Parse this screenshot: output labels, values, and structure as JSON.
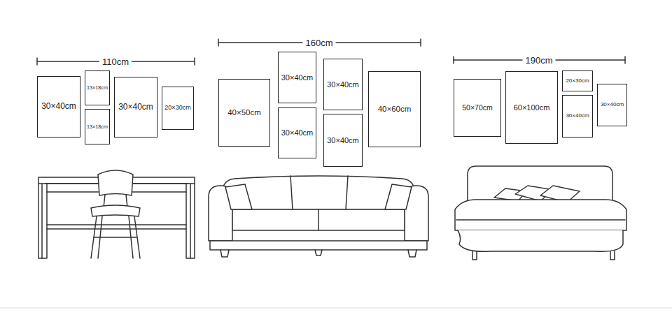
{
  "diagram": {
    "nodes": [
      {
        "text": [
          "30×40cm"
        ]
      },
      {
        "text": [
          "13×18cm"
        ]
      },
      {
        "text": [
          "13×18cm"
        ]
      },
      {
        "text": [
          "30×40cm"
        ]
      },
      {
        "text": [
          "20×30cm"
        ]
      },
      {
        "text": [
          "40×50cm"
        ]
      },
      {
        "text": [
          "30×40cm"
        ]
      },
      {
        "text": [
          "30×40cm"
        ]
      },
      {
        "text": [
          "30×40cm"
        ]
      },
      {
        "text": [
          "30×40cm"
        ]
      },
      {
        "text": [
          "40×60cm"
        ]
      },
      {
        "text": [
          "50×70cm"
        ]
      },
      {
        "text": [
          "60×100cm"
        ]
      },
      {
        "text": [
          "20×30cm"
        ]
      },
      {
        "text": [
          "30×40cm"
        ]
      },
      {
        "text": [
          "30×40cm"
        ]
      }
    ],
    "labels": [
      "110cm",
      "160cm",
      "190cm"
    ]
  }
}
